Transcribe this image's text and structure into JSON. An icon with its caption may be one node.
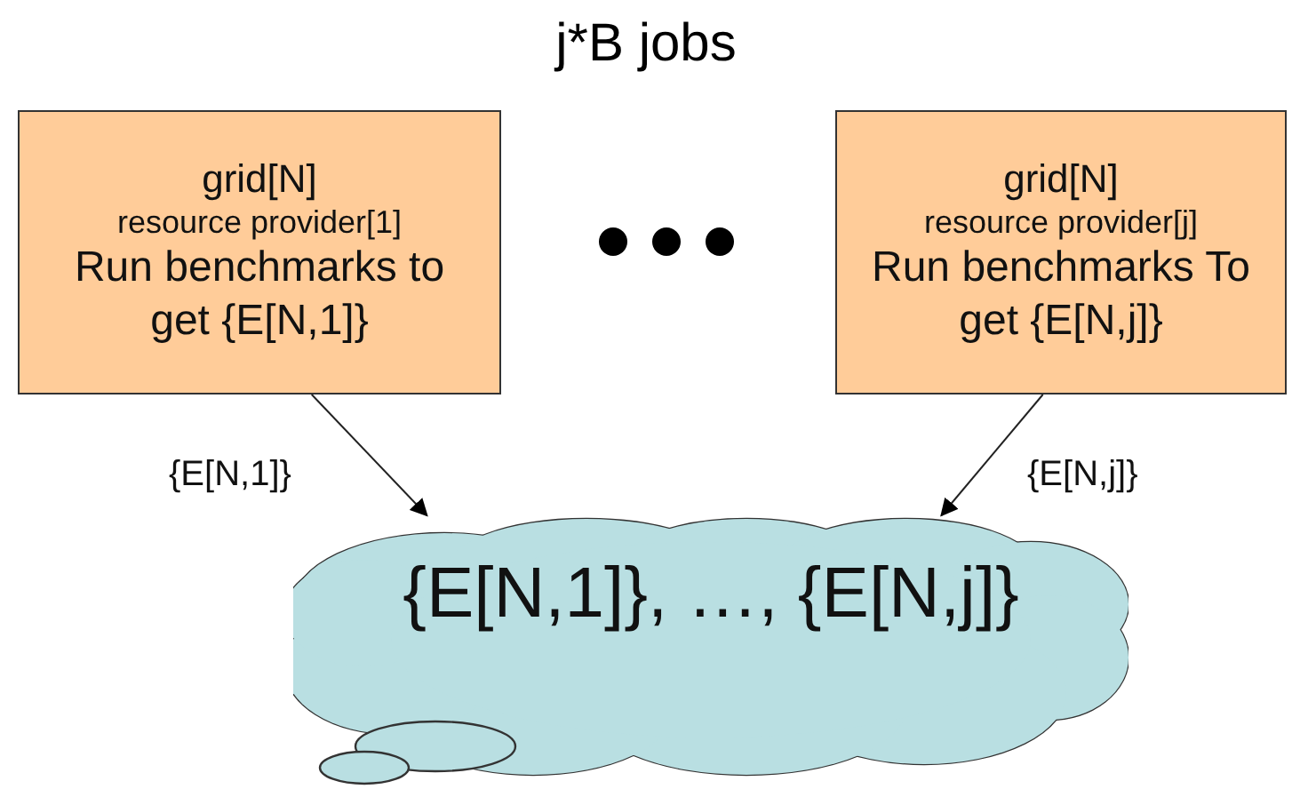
{
  "diagram": {
    "title": "j*B jobs",
    "nodes": [
      {
        "text": [
          "grid[N]",
          "resource provider[1]",
          "Run benchmarks to get {E[N,1]}"
        ]
      },
      {
        "text": [
          "grid[N]",
          "resource provider[j]",
          "Run benchmarks To get {E[N,j]}"
        ]
      },
      {
        "text": [
          "{E[N,1]}, …, {E[N,j]}"
        ]
      }
    ],
    "edges": [
      {
        "from": 0,
        "to": 2,
        "arrow": "to",
        "label": "{E[N,1]}"
      },
      {
        "from": 1,
        "to": 2,
        "arrow": "to",
        "label": "{E[N,j]}"
      }
    ]
  }
}
